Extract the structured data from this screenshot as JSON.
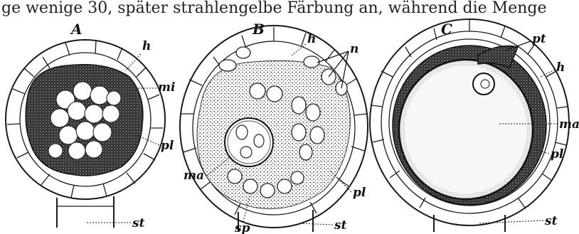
{
  "header_fragment": "ge wenige 30, später strahlengelbe Färbung an, während die Menge",
  "figures": [
    {
      "letter": "A",
      "labels": {
        "h": "h",
        "mi": "mi",
        "pl": "pl",
        "ma": "",
        "st": "st"
      }
    },
    {
      "letter": "B",
      "labels": {
        "h": "h",
        "n": "n",
        "ma": "ma",
        "pl": "pl",
        "sp": "sp",
        "st": "st"
      }
    },
    {
      "letter": "C",
      "labels": {
        "pt": "pt",
        "h": "h",
        "ma": "ma",
        "pl": "pl",
        "st": "st"
      }
    }
  ]
}
